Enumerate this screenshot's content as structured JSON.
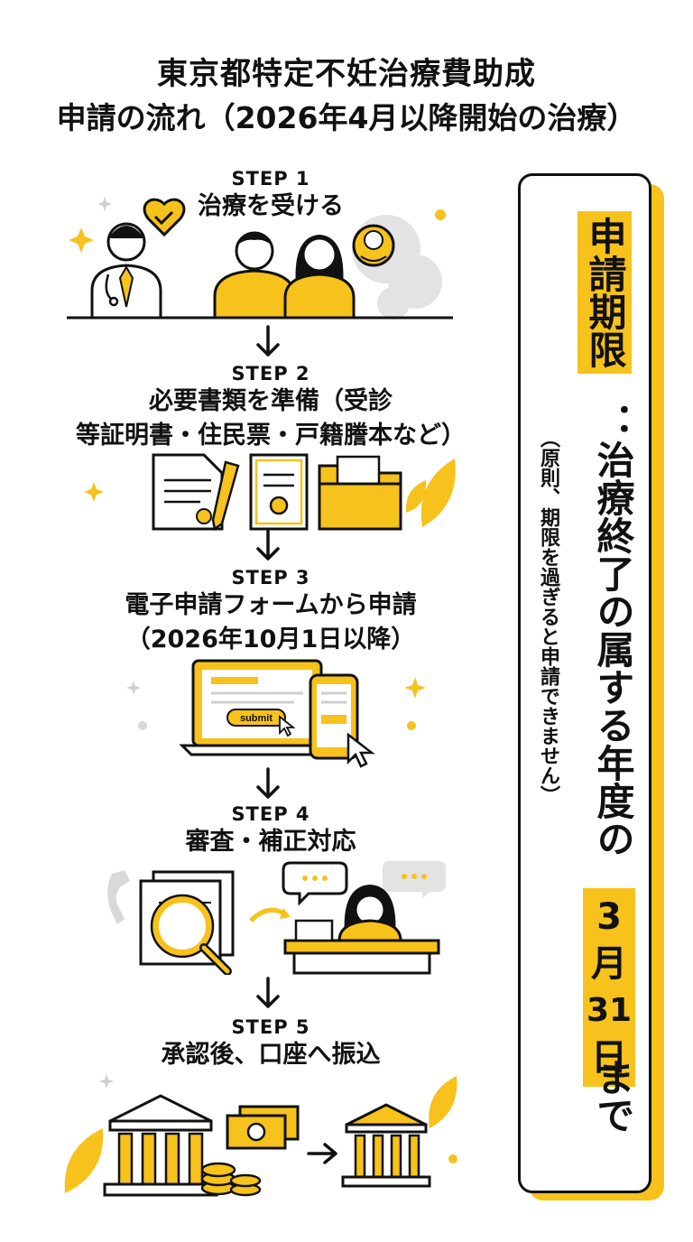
{
  "title": {
    "line1": "東京都特定不妊治療費助成",
    "line2": "申請の流れ（2026年4月以降開始の治療）"
  },
  "steps": [
    {
      "label": "STEP 1",
      "title": "治療を受ける"
    },
    {
      "label": "STEP 2",
      "title_line1": "必要書類を準備（受診",
      "title_line2": "等証明書・住民票・戸籍謄本など）"
    },
    {
      "label": "STEP 3",
      "title_line1": "電子申請フォームから申請",
      "title_line2": "（2026年10月1日以降）"
    },
    {
      "label": "STEP 4",
      "title": "審査・補正対応"
    },
    {
      "label": "STEP 5",
      "title": "承認後、口座へ振込"
    }
  ],
  "illustration": {
    "submit_label": "submit"
  },
  "deadline": {
    "heading": "申請期限",
    "main": "：治療終了の属する年度の",
    "month_num": "3",
    "month_unit": "月",
    "day_num": "31",
    "day_unit": "日",
    "tail": "まで",
    "note": "（原則、期限を過ぎると申請できません）"
  },
  "colors": {
    "accent": "#f6c21b",
    "ink": "#111111",
    "gray": "#d9d9d9"
  }
}
